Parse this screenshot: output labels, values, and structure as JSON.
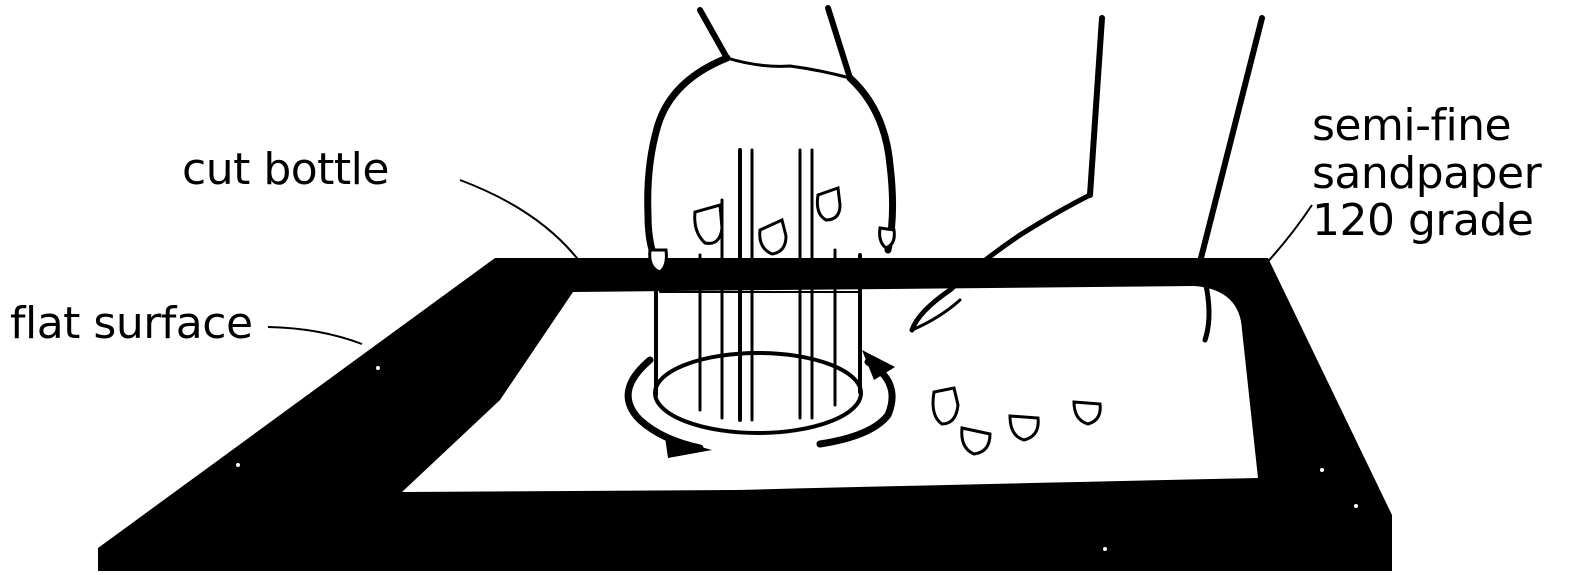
{
  "labels": {
    "cut_bottle": "cut bottle",
    "flat_surface": "flat surface",
    "sandpaper_lines": [
      "semi-fine",
      "sandpaper",
      "120 grade"
    ]
  },
  "colors": {
    "ink": "#000000",
    "paper": "#ffffff"
  }
}
